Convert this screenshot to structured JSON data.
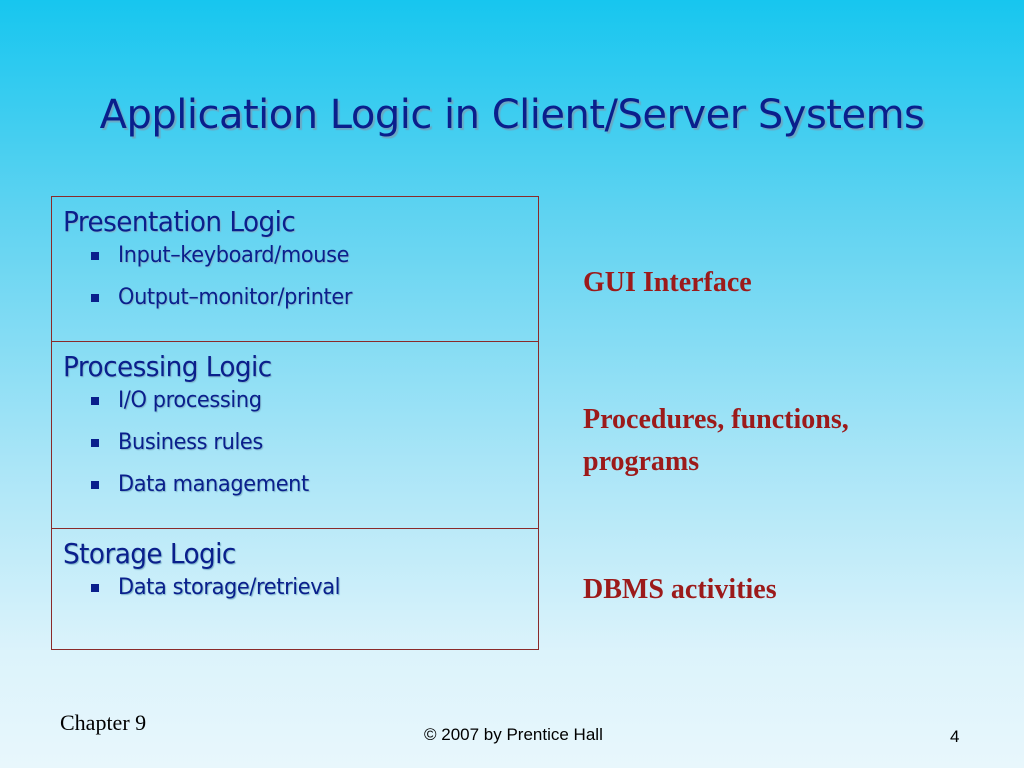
{
  "slide": {
    "title": "Application Logic in Client/Server Systems"
  },
  "sections": [
    {
      "heading": "Presentation Logic",
      "items": [
        "Input–keyboard/mouse",
        "Output–monitor/printer"
      ],
      "side_label": "GUI Interface"
    },
    {
      "heading": "Processing Logic",
      "items": [
        "I/O processing",
        "Business rules",
        "Data management"
      ],
      "side_label": "Procedures, functions, programs"
    },
    {
      "heading": "Storage Logic",
      "items": [
        "Data storage/retrieval"
      ],
      "side_label": "DBMS activities"
    }
  ],
  "footer": {
    "chapter": "Chapter 9",
    "copyright": "© 2007 by Prentice Hall",
    "page_number": "4"
  },
  "colors": {
    "title": "#0a1f8c",
    "side_label": "#9c1a1a",
    "table_border": "#8a2a2a",
    "background_top": "#17c6ef",
    "background_bottom": "#e8f7fc"
  }
}
